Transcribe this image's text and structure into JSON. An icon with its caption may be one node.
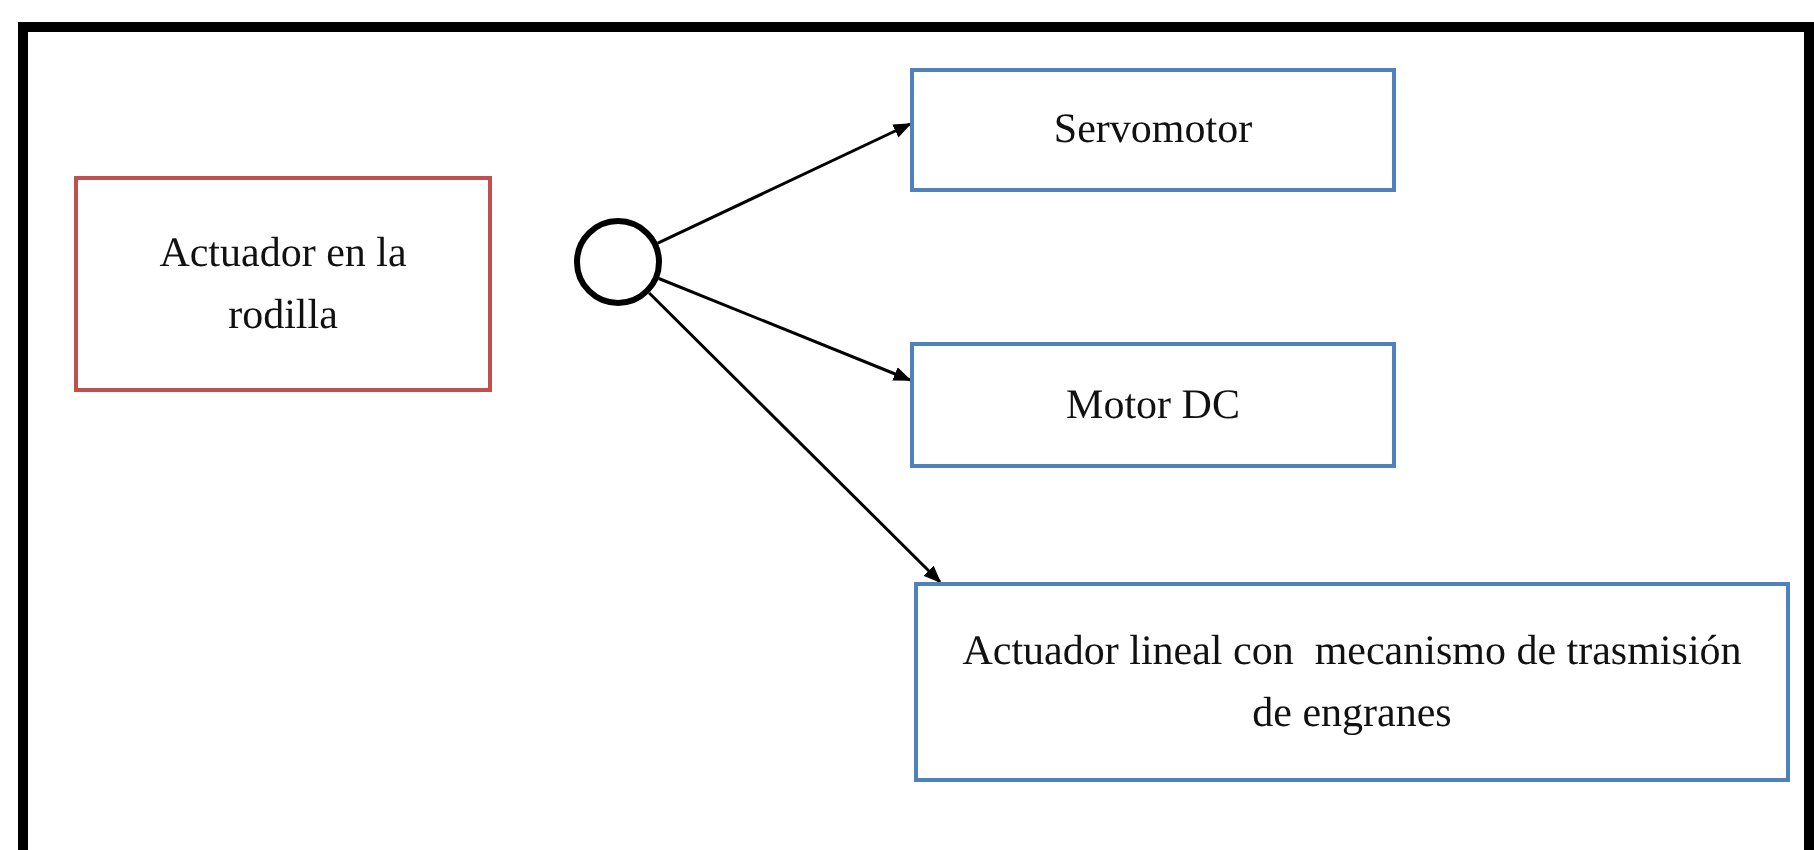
{
  "diagram": {
    "nodes": [
      {
        "text": [
          "Actuador en la rodilla"
        ]
      },
      {
        "text": [],
        "shape": "circle"
      },
      {
        "text": [
          "Servomotor"
        ]
      },
      {
        "text": [
          "Motor DC"
        ]
      },
      {
        "text": [
          "Actuador lineal con  mecanismo de trasmisión de engranes"
        ]
      }
    ],
    "edges": [
      {
        "from": 1,
        "to": 2,
        "arrow": "to"
      },
      {
        "from": 1,
        "to": 3,
        "arrow": "to"
      },
      {
        "from": 1,
        "to": 4,
        "arrow": "to"
      }
    ]
  }
}
